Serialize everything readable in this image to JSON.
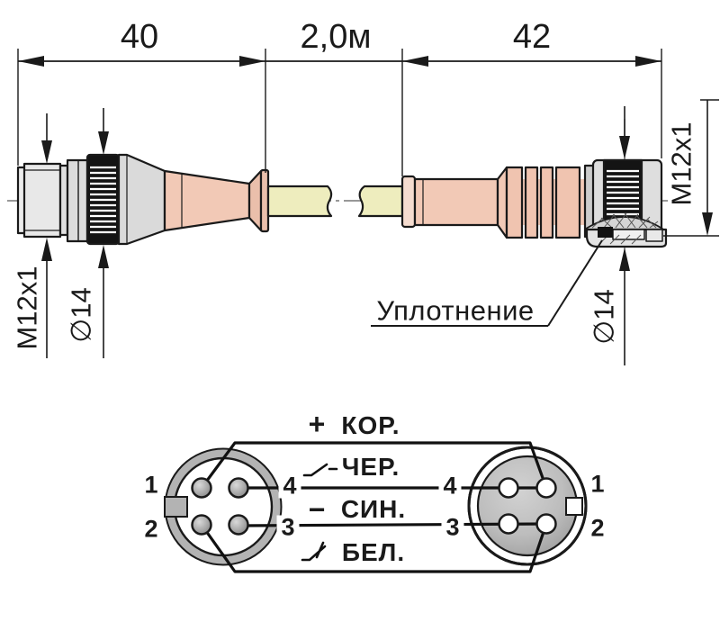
{
  "dimensions": {
    "left_connector_length": "40",
    "cable_length": "2,0м",
    "right_connector_length": "42",
    "left_thread": "M12x1",
    "left_diameter": "∅14",
    "right_thread": "M12x1",
    "right_diameter": "∅14"
  },
  "callouts": {
    "seal": "Уплотнение"
  },
  "left_face_pins": {
    "pin1": "1",
    "pin2": "2",
    "pin3": "3",
    "pin4": "4"
  },
  "right_face_pins": {
    "pin1": "1",
    "pin2": "2",
    "pin3": "3",
    "pin4": "4"
  },
  "wires": [
    {
      "symbol": "+",
      "symbol_name": "plus-symbol",
      "label": "КОР."
    },
    {
      "symbol": "",
      "symbol_name": "switch-no-contact-symbol",
      "label": "ЧЕР."
    },
    {
      "symbol": "−",
      "symbol_name": "minus-symbol",
      "label": "СИН."
    },
    {
      "symbol": "",
      "symbol_name": "switch-nc-contact-symbol",
      "label": "БЕЛ."
    }
  ],
  "colors": {
    "outline": "#1a1a1a",
    "connector_gray": "#e3e3e3",
    "boot_pink": "#f2c9b6",
    "cable_yellow": "#eeedbe",
    "knurl_black": "#141414",
    "face_ring_gray": "#b3b3b3"
  }
}
